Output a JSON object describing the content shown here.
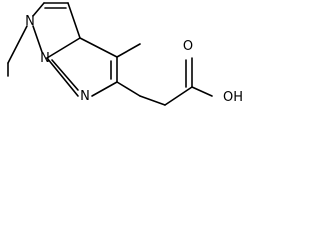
{
  "atoms": {
    "n_ring_1": "N",
    "n_ring_2": "N",
    "n_pyridine": "N",
    "oxygen_carbonyl": "O",
    "hydroxyl": "OH"
  },
  "colors": {
    "bond": "#000000",
    "label": "#000000",
    "background": "#ffffff"
  }
}
